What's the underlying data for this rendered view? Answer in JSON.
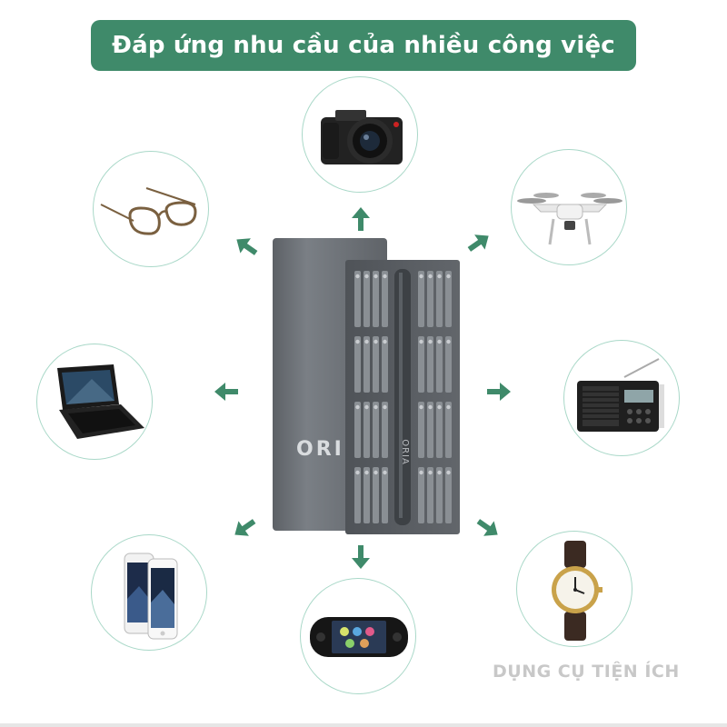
{
  "banner": {
    "title": "Đáp ứng nhu cầu của nhiều công việc",
    "color": "#3f8a6a"
  },
  "product": {
    "case_brand": "ORI",
    "tray_brand": "ORIA"
  },
  "devices": [
    {
      "name": "camera",
      "icon": "camera-icon"
    },
    {
      "name": "drone",
      "icon": "drone-icon"
    },
    {
      "name": "radio",
      "icon": "radio-icon"
    },
    {
      "name": "watch",
      "icon": "watch-icon"
    },
    {
      "name": "game-console",
      "icon": "game-console-icon"
    },
    {
      "name": "smartphones",
      "icon": "smartphone-icon"
    },
    {
      "name": "laptop",
      "icon": "laptop-icon"
    },
    {
      "name": "eyeglasses",
      "icon": "eyeglasses-icon"
    }
  ],
  "watermark": "DỤNG CỤ TIỆN ÍCH",
  "colors": {
    "circle_border": "#a9d8c8",
    "arrow": "#3f8a6a",
    "case": "#6e7378"
  }
}
